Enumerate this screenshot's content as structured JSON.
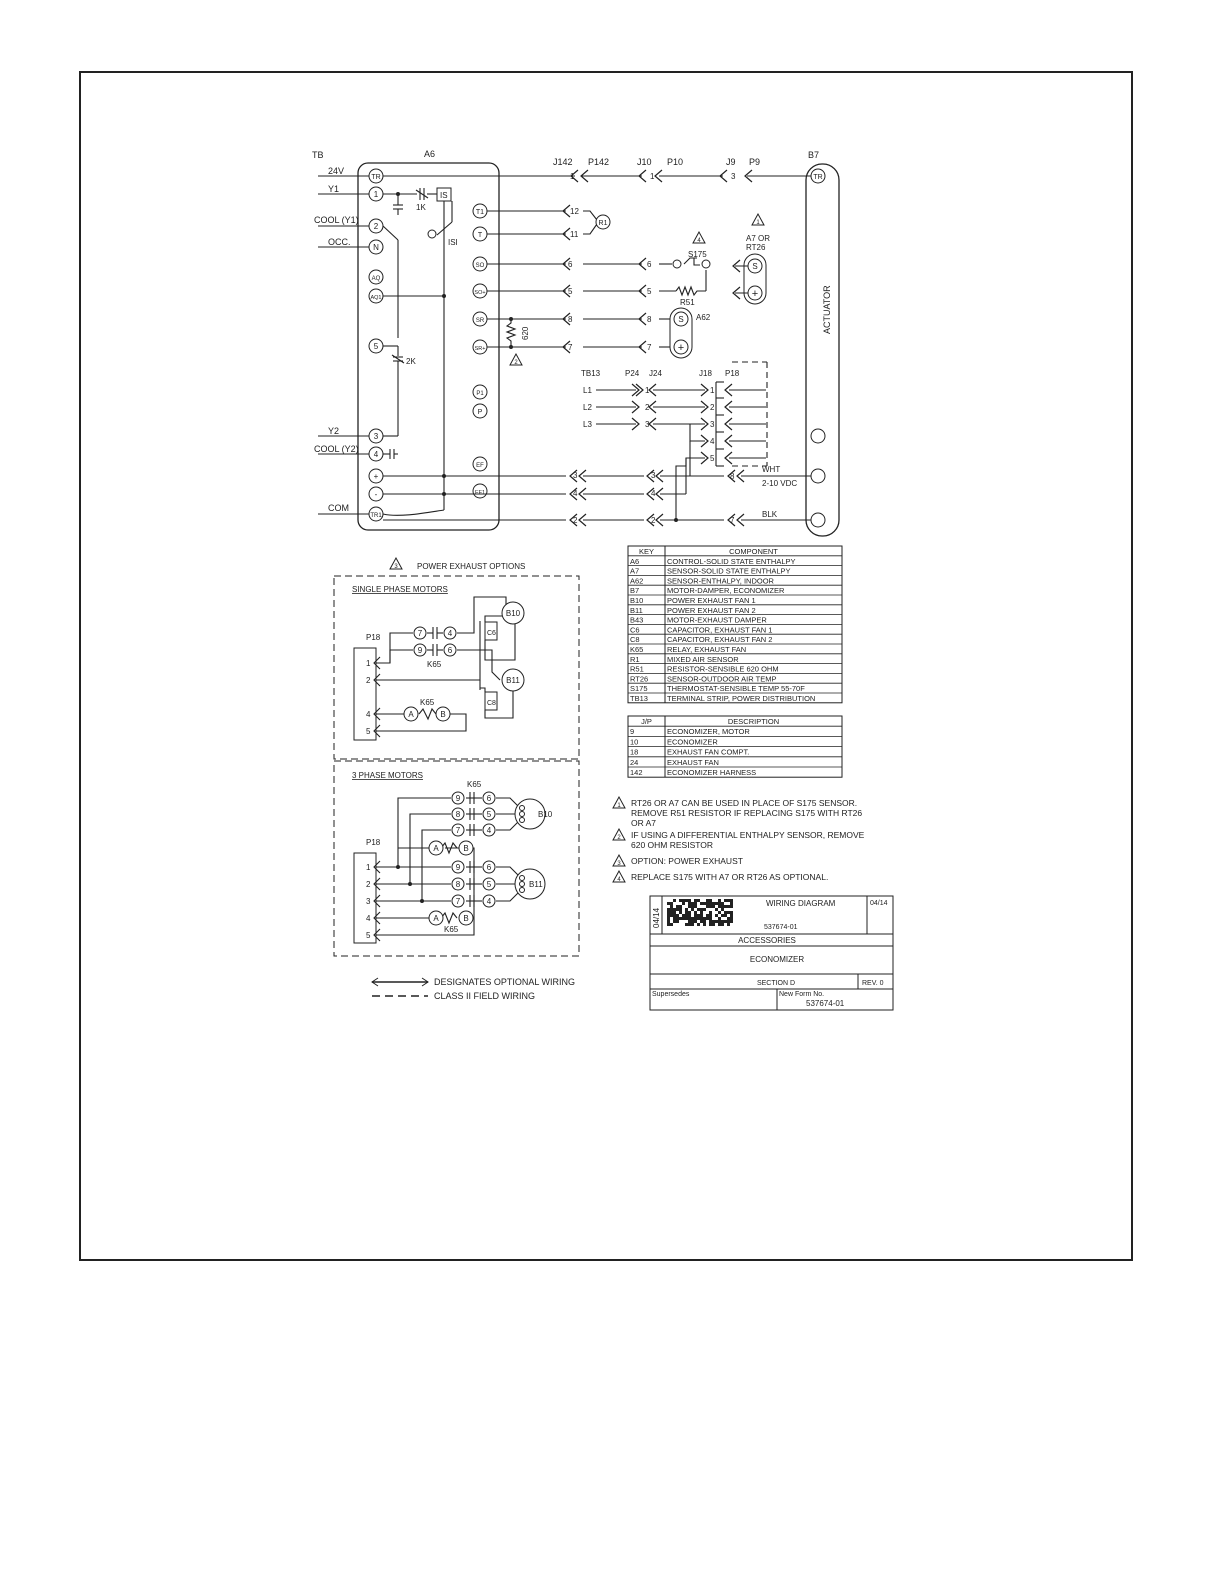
{
  "main": {
    "tb": "TB",
    "a6": "A6",
    "b7": "B7",
    "tb_labels": [
      "24V",
      "Y1",
      "COOL (Y1)",
      "OCC.",
      "Y2",
      "COOL (Y2)",
      "COM"
    ],
    "a6_left_terminals": [
      "TR",
      "1",
      "2",
      "N",
      "AQ",
      "AQ1",
      "5",
      "3",
      "4",
      "+",
      "-",
      "TR1"
    ],
    "a6_right_terminals": [
      "T1",
      "T",
      "SO",
      "SO+",
      "SR",
      "SR+",
      "P1",
      "P",
      "EF",
      "EF1"
    ],
    "capacitor_1k": "1K",
    "capacitor_2k": "2K",
    "isolator": "IS",
    "isolator_switch": "ISI",
    "connectors": [
      "J142",
      "P142",
      "J10",
      "P10",
      "J9",
      "P9"
    ],
    "top_pin": "1",
    "j9_pin": "3",
    "actuator_tr": "TR",
    "r1_pins": [
      "12",
      "11"
    ],
    "r1": "R1",
    "so_pins": [
      "6",
      "5"
    ],
    "sr_pins": [
      "8",
      "7"
    ],
    "s175": "S175",
    "r51": "R51",
    "a62": "A62",
    "a7_rt26": [
      "A7 OR",
      "RT26"
    ],
    "sensor_s": "S",
    "sensor_plus": "+",
    "resistor_620": "620",
    "actuator": "ACTUATOR",
    "tb13": "TB13",
    "p24": "P24",
    "j24": "J24",
    "j18": "J18",
    "p18": "P18",
    "l_labels": [
      "L1",
      "L2",
      "L3"
    ],
    "l_pins": [
      "1",
      "2",
      "3"
    ],
    "j18_pins": [
      "1",
      "2",
      "3",
      "4",
      "5"
    ],
    "ef_pins": [
      "3",
      "4"
    ],
    "ef_pins_j": [
      "3",
      "4"
    ],
    "com_pin": "2",
    "com_pin_j": "2",
    "wht_pin": "8",
    "blk_pin": "7",
    "wht": "WHT",
    "vdc": "2-10 VDC",
    "blk": "BLK",
    "warn_nums": [
      "1",
      "2",
      "3",
      "4"
    ]
  },
  "options": {
    "title": "POWER EXHAUST OPTIONS",
    "single_label": "SINGLE PHASE MOTORS",
    "three_label": "3 PHASE MOTORS",
    "p18": "P18",
    "b10": "B10",
    "b11": "B11",
    "c6": "C6",
    "c8": "C8",
    "k65": "K65",
    "relay_a": "A",
    "relay_b": "B",
    "sp_p18_pins": [
      "1",
      "2",
      "4",
      "5"
    ],
    "sp_contacts": [
      "7",
      "4",
      "9",
      "6"
    ],
    "tp_p18_pins": [
      "1",
      "2",
      "3",
      "4",
      "5"
    ],
    "tp_b10_contacts": [
      "9",
      "6",
      "8",
      "5",
      "7",
      "4"
    ],
    "tp_b11_contacts": [
      "9",
      "6",
      "8",
      "5",
      "7",
      "4"
    ]
  },
  "legend": {
    "optional": "DESIGNATES OPTIONAL WIRING",
    "class2": "CLASS II FIELD WIRING"
  },
  "key_table": {
    "headers": [
      "KEY",
      "COMPONENT"
    ],
    "rows": [
      [
        "A6",
        "CONTROL-SOLID STATE ENTHALPY"
      ],
      [
        "A7",
        "SENSOR-SOLID STATE ENTHALPY"
      ],
      [
        "A62",
        "SENSOR-ENTHALPY, INDOOR"
      ],
      [
        "B7",
        "MOTOR-DAMPER, ECONOMIZER"
      ],
      [
        "B10",
        "POWER EXHAUST FAN 1"
      ],
      [
        "B11",
        "POWER EXHAUST FAN 2"
      ],
      [
        "B43",
        "MOTOR-EXHAUST DAMPER"
      ],
      [
        "C6",
        "CAPACITOR, EXHAUST FAN 1"
      ],
      [
        "C8",
        "CAPACITOR, EXHAUST FAN 2"
      ],
      [
        "K65",
        "RELAY, EXHAUST FAN"
      ],
      [
        "R1",
        "MIXED AIR SENSOR"
      ],
      [
        "R51",
        "RESISTOR-SENSIBLE     620 OHM"
      ],
      [
        "RT26",
        "SENSOR-OUTDOOR AIR TEMP"
      ],
      [
        "S175",
        "THERMOSTAT-SENSIBLE TEMP 55-70F"
      ],
      [
        "TB13",
        "TERMINAL STRIP, POWER DISTRIBUTION"
      ]
    ]
  },
  "jp_table": {
    "headers": [
      "J/P",
      "DESCRIPTION"
    ],
    "rows": [
      [
        "9",
        "ECONOMIZER, MOTOR"
      ],
      [
        "10",
        "ECONOMIZER"
      ],
      [
        "18",
        "EXHAUST FAN COMPT."
      ],
      [
        "24",
        "EXHAUST FAN"
      ],
      [
        "142",
        "ECONOMIZER HARNESS"
      ]
    ]
  },
  "notes": [
    {
      "num": "1",
      "lines": [
        "RT26 OR A7 CAN BE USED IN PLACE OF S175 SENSOR.",
        "REMOVE R51 RESISTOR IF REPLACING S175 WITH RT26",
        "OR A7"
      ]
    },
    {
      "num": "2",
      "lines": [
        "IF USING A DIFFERENTIAL ENTHALPY SENSOR, REMOVE",
        "620 OHM RESISTOR"
      ]
    },
    {
      "num": "3",
      "lines": [
        "OPTION: POWER EXHAUST"
      ]
    },
    {
      "num": "4",
      "lines": [
        "REPLACE S175 WITH A7 OR RT26 AS OPTIONAL."
      ]
    }
  ],
  "title_block": {
    "date_side": "04/14",
    "title": "WIRING DIAGRAM",
    "date": "04/14",
    "number": "537674-01",
    "category": "ACCESSORIES",
    "subject": "ECONOMIZER",
    "section": "SECTION D",
    "rev": "REV. 0",
    "supersedes": "Supersedes",
    "new_form": "New Form No.",
    "new_form_number": "537674-01"
  }
}
